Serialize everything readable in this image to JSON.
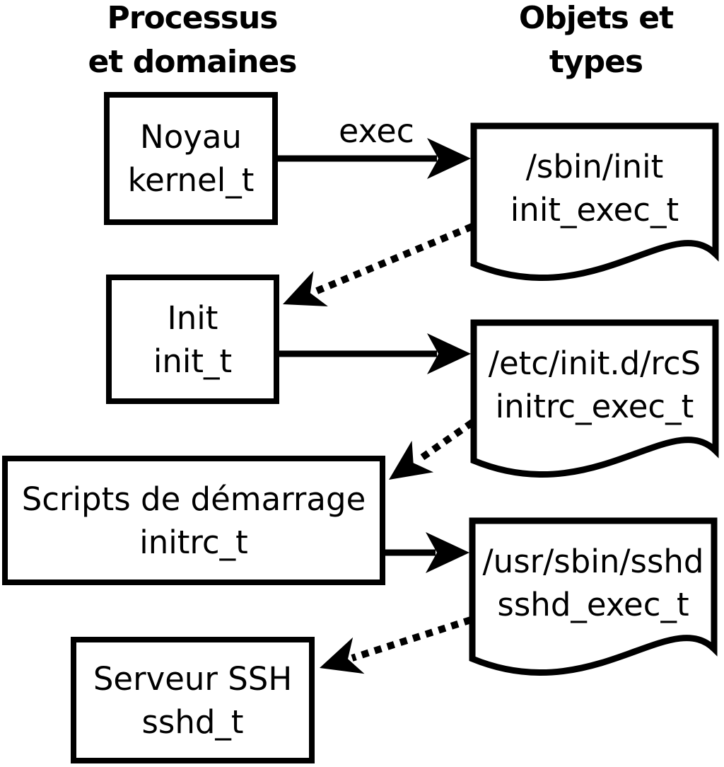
{
  "column_headers": {
    "left": {
      "line1": "Processus",
      "line2": "et domaines"
    },
    "right": {
      "line1": "Objets et",
      "line2": "types"
    }
  },
  "process_boxes": [
    {
      "label": "Noyau",
      "domain": "kernel_t"
    },
    {
      "label": "Init",
      "domain": "init_t"
    },
    {
      "label": "Scripts de démarrage",
      "domain": "initrc_t"
    },
    {
      "label": "Serveur SSH",
      "domain": "sshd_t"
    }
  ],
  "object_files": [
    {
      "path": "/sbin/init",
      "type": "init_exec_t"
    },
    {
      "path": "/etc/init.d/rcS",
      "type": "initrc_exec_t"
    },
    {
      "path": "/usr/sbin/sshd",
      "type": "sshd_exec_t"
    }
  ],
  "edge_labels": {
    "exec": "exec"
  },
  "colors": {
    "line": "#000000",
    "fill": "#ffffff",
    "text": "#000000"
  }
}
